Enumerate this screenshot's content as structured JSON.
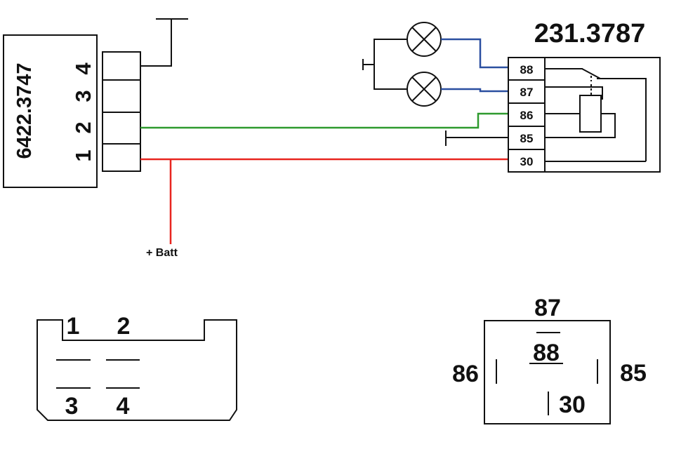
{
  "switch": {
    "part_number": "6422.3747",
    "pins": [
      "1",
      "2",
      "3",
      "4"
    ]
  },
  "relay": {
    "part_number": "231.3787",
    "terminals": [
      "88",
      "87",
      "86",
      "85",
      "30"
    ]
  },
  "supply_label": "+ Batt",
  "switch_face": {
    "pins_top": [
      "1",
      "2"
    ],
    "pins_bottom": [
      "3",
      "4"
    ]
  },
  "relay_face": {
    "top": "87",
    "center": "88",
    "left": "86",
    "right": "85",
    "bottom": "30"
  },
  "wire_colors": {
    "green": "#2e9a2e",
    "red": "#e8251f",
    "blue": "#2a4fa0",
    "black": "#111111"
  }
}
